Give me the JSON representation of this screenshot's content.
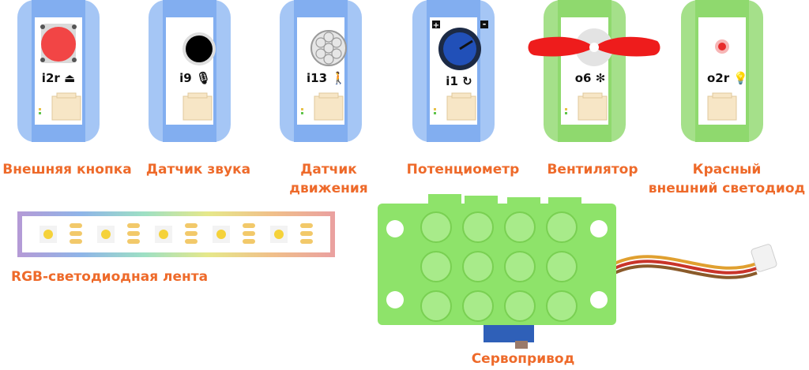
{
  "modules": [
    {
      "name": "Внешняя кнопка",
      "code": "i2r",
      "icon": "joystick-button-icon"
    },
    {
      "name": "Датчик звука",
      "code": "i9",
      "icon": "microphone-icon"
    },
    {
      "name": "Датчик движения",
      "code": "i13",
      "icon": "motion-person-icon"
    },
    {
      "name": "Потенциометр",
      "code": "i1",
      "icon": "rotate-icon",
      "plus": "+",
      "minus": "-"
    },
    {
      "name": "Вентилятор",
      "code": "o6",
      "icon": "fan-icon"
    },
    {
      "name": "Красный внешний светодиод",
      "code": "o2r",
      "icon": "lightbulb-icon"
    }
  ],
  "labels": {
    "button": "Внешняя кнопка",
    "sound": "Датчик звука",
    "motion_1": "Датчик",
    "motion_2": "движения",
    "pot": "Потенциометр",
    "fan": "Вентилятор",
    "led_1": "Красный",
    "led_2": "внешний светодиод",
    "rgb_strip": "RGB-светодиодная лента",
    "servo": "Сервопривод"
  },
  "colors": {
    "label": "#ee6a2a",
    "module_blue": "#a5c6f5",
    "module_green": "#a5e08a",
    "servo_body": "#8ee36a",
    "fan_blade": "#ee1c1c",
    "button_red": "#f24545",
    "knob_blue": "#2150b8"
  }
}
